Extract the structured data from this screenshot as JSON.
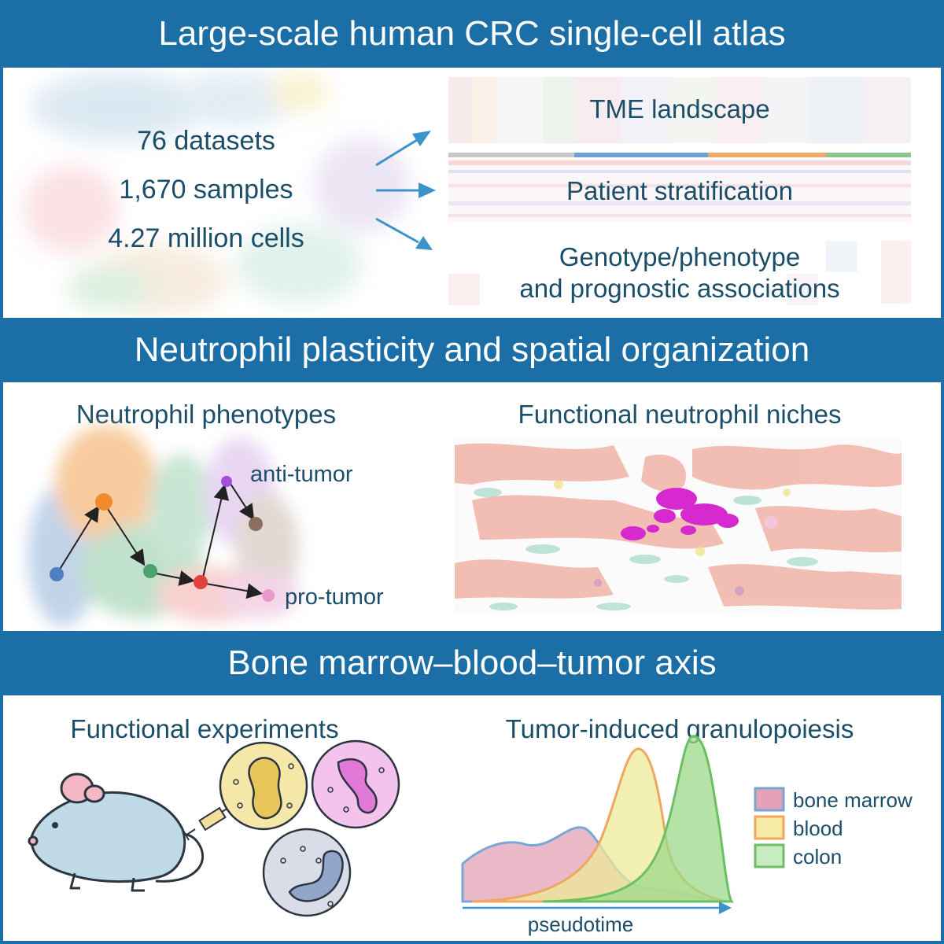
{
  "colors": {
    "banner": "#1b6fa6",
    "text": "#1a4e69",
    "arrow": "#3b93c9",
    "tissue": "#f2b8ac",
    "neutrophil_magenta": "#d62ad0",
    "bone_marrow": "#d77b90",
    "blood": "#e8e07a",
    "colon": "#8ed17a"
  },
  "section1": {
    "title": "Large-scale human CRC single-cell atlas",
    "stats": [
      "76 datasets",
      "1,670 samples",
      "4.27 million cells"
    ],
    "outcomes": {
      "tme": "TME landscape",
      "stratification": "Patient stratification",
      "genotype_line1": "Genotype/phenotype",
      "genotype_line2": "and prognostic associations"
    }
  },
  "section2": {
    "title": "Neutrophil plasticity and spatial organization",
    "phenotypes_heading": "Neutrophil phenotypes",
    "anti_tumor": "anti-tumor",
    "pro_tumor": "pro-tumor",
    "niches_heading": "Functional neutrophil niches"
  },
  "section3": {
    "title": "Bone marrow–blood–tumor axis",
    "experiments_heading": "Functional experiments",
    "granulopoiesis_heading": "Tumor-induced granulopoiesis",
    "legend": [
      "bone marrow",
      "blood",
      "colon"
    ],
    "xaxis": "pseudotime"
  }
}
